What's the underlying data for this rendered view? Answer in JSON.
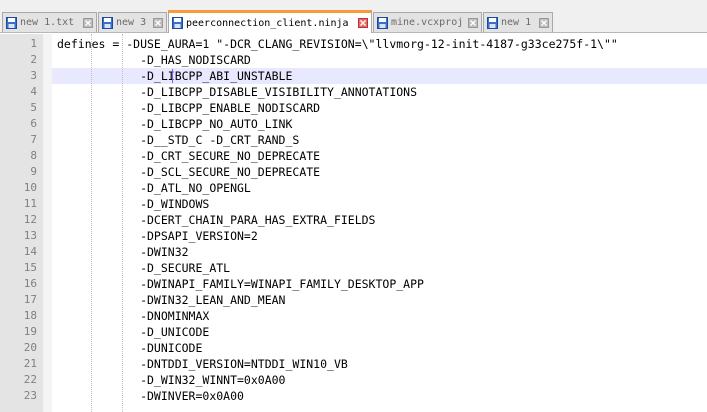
{
  "tabs": [
    {
      "label": "new 1.txt",
      "active": false,
      "icon": "file-saved-icon"
    },
    {
      "label": "new 3",
      "active": false,
      "icon": "file-saved-icon"
    },
    {
      "label": "peerconnection_client.ninja",
      "active": true,
      "icon": "file-saved-icon"
    },
    {
      "label": "mine.vcxproj",
      "active": false,
      "icon": "file-saved-icon"
    },
    {
      "label": "new 1",
      "active": false,
      "icon": "file-saved-icon"
    }
  ],
  "editor": {
    "current_line": 3,
    "lines": [
      {
        "number": "1",
        "text": "defines = -DUSE_AURA=1 \"-DCR_CLANG_REVISION=\\\"llvmorg-12-init-4187-g33ce275f-1\\\"\""
      },
      {
        "number": "2",
        "text": "            -D_HAS_NODISCARD"
      },
      {
        "number": "3",
        "text": "            -D_LIBCPP_ABI_UNSTABLE"
      },
      {
        "number": "4",
        "text": "            -D_LIBCPP_DISABLE_VISIBILITY_ANNOTATIONS"
      },
      {
        "number": "5",
        "text": "            -D_LIBCPP_ENABLE_NODISCARD"
      },
      {
        "number": "6",
        "text": "            -D_LIBCPP_NO_AUTO_LINK"
      },
      {
        "number": "7",
        "text": "            -D__STD_C -D_CRT_RAND_S"
      },
      {
        "number": "8",
        "text": "            -D_CRT_SECURE_NO_DEPRECATE"
      },
      {
        "number": "9",
        "text": "            -D_SCL_SECURE_NO_DEPRECATE"
      },
      {
        "number": "10",
        "text": "            -D_ATL_NO_OPENGL"
      },
      {
        "number": "11",
        "text": "            -D_WINDOWS"
      },
      {
        "number": "12",
        "text": "            -DCERT_CHAIN_PARA_HAS_EXTRA_FIELDS"
      },
      {
        "number": "13",
        "text": "            -DPSAPI_VERSION=2"
      },
      {
        "number": "14",
        "text": "            -DWIN32"
      },
      {
        "number": "15",
        "text": "            -D_SECURE_ATL"
      },
      {
        "number": "16",
        "text": "            -DWINAPI_FAMILY=WINAPI_FAMILY_DESKTOP_APP"
      },
      {
        "number": "17",
        "text": "            -DWIN32_LEAN_AND_MEAN"
      },
      {
        "number": "18",
        "text": "            -DNOMINMAX"
      },
      {
        "number": "19",
        "text": "            -D_UNICODE"
      },
      {
        "number": "20",
        "text": "            -DUNICODE"
      },
      {
        "number": "21",
        "text": "            -DNTDDI_VERSION=NTDDI_WIN10_VB"
      },
      {
        "number": "22",
        "text": "            -D_WIN32_WINNT=0x0A00"
      },
      {
        "number": "23",
        "text": "            -DWINVER=0x0A00"
      }
    ]
  },
  "colors": {
    "active_tab_accent": "#f59b3a",
    "current_line_bg": "#e8e8ff",
    "gutter_bg": "#e4e4e4",
    "tab_close": "#d9534f"
  }
}
